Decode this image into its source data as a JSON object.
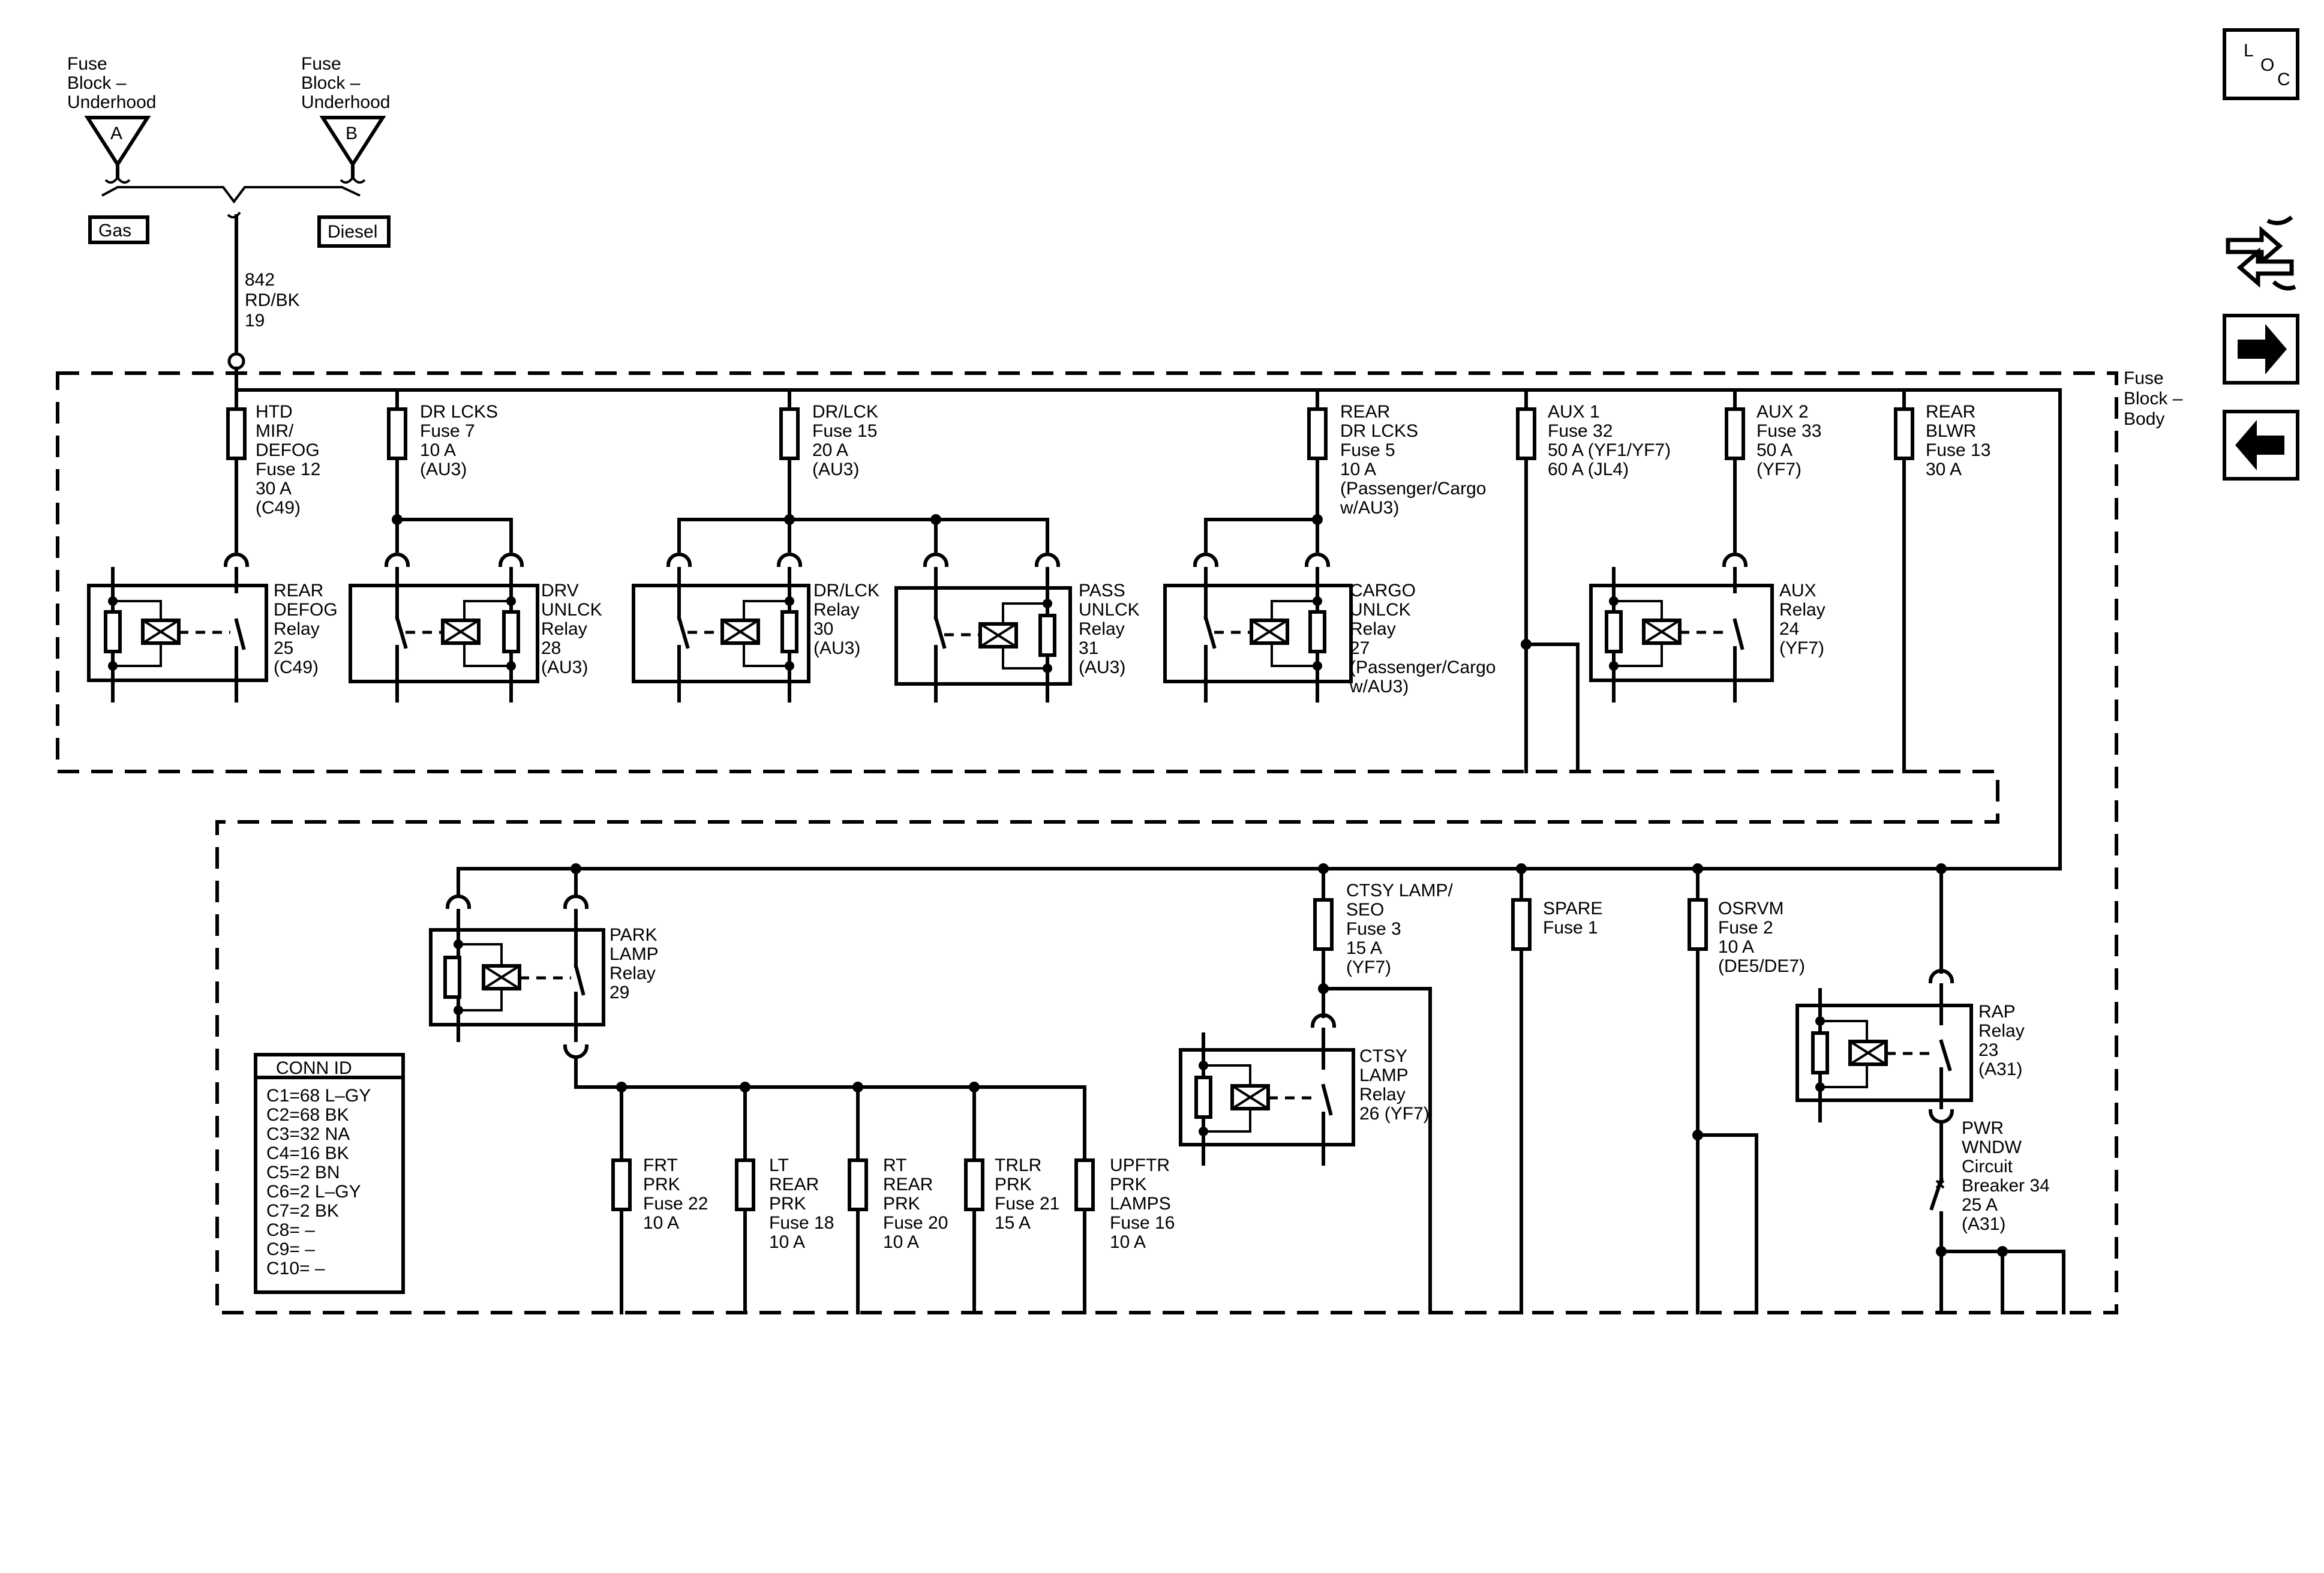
{
  "sources": [
    {
      "name": [
        "Fuse",
        "Block –",
        "Underhood"
      ],
      "letter": "A",
      "option": "Gas"
    },
    {
      "name": [
        "Fuse",
        "Block –",
        "Underhood"
      ],
      "letter": "B",
      "option": "Diesel"
    }
  ],
  "feed_wire": [
    "842",
    "RD/BK",
    "19"
  ],
  "fuse_block_label": [
    "Fuse",
    "Block –",
    "Body"
  ],
  "icons": {
    "loc": [
      "L",
      "O",
      "C"
    ]
  },
  "fuses_top": {
    "htd": [
      "HTD",
      "MIR/",
      "DEFOG",
      "Fuse 12",
      "30 A",
      "(C49)"
    ],
    "drlcks": [
      "DR LCKS",
      "Fuse 7",
      "10 A",
      "(AU3)"
    ],
    "drlck": [
      "DR/LCK",
      "Fuse 15",
      "20 A",
      "(AU3)"
    ],
    "reardr": [
      "REAR",
      "DR LCKS",
      "Fuse 5",
      "10 A",
      "(Passenger/Cargo",
      "w/AU3)"
    ],
    "aux1": [
      "AUX 1",
      "Fuse 32",
      "50 A (YF1/YF7)",
      "60 A (JL4)"
    ],
    "aux2": [
      "AUX 2",
      "Fuse 33",
      "50 A",
      "(YF7)"
    ],
    "blwr": [
      "REAR",
      "BLWR",
      "Fuse 13",
      "30 A"
    ]
  },
  "relays_top": {
    "defog": [
      "REAR",
      "DEFOG",
      "Relay",
      "25",
      "(C49)"
    ],
    "drv": [
      "DRV",
      "UNLCK",
      "Relay",
      "28",
      "(AU3)"
    ],
    "drlck": [
      "DR/LCK",
      "Relay",
      "30",
      "(AU3)"
    ],
    "pass": [
      "PASS",
      "UNLCK",
      "Relay",
      "31",
      "(AU3)"
    ],
    "cargo": [
      "CARGO",
      "UNLCK",
      "Relay",
      "27",
      "(Passenger/Cargo",
      "w/AU3)"
    ],
    "aux": [
      "AUX",
      "Relay",
      "24",
      "(YF7)"
    ]
  },
  "relays_bottom": {
    "park": [
      "PARK",
      "LAMP",
      "Relay",
      "29"
    ],
    "ctsy": [
      "CTSY",
      "LAMP",
      "Relay",
      "26 (YF7)"
    ],
    "rap": [
      "RAP",
      "Relay",
      "23",
      "(A31)"
    ]
  },
  "fuses_bottom": {
    "ctsy": [
      "CTSY LAMP/",
      "SEO",
      "Fuse 3",
      "15 A",
      "(YF7)"
    ],
    "spare": [
      "SPARE",
      "Fuse 1"
    ],
    "osrvm": [
      "OSRVM",
      "Fuse 2",
      "10 A",
      "(DE5/DE7)"
    ],
    "frt": [
      "FRT",
      "PRK",
      "Fuse 22",
      "10 A"
    ],
    "ltrear": [
      "LT",
      "REAR",
      "PRK",
      "Fuse 18",
      "10 A"
    ],
    "rtrear": [
      "RT",
      "REAR",
      "PRK",
      "Fuse 20",
      "10 A"
    ],
    "trlr": [
      "TRLR",
      "PRK",
      "Fuse 21",
      "15 A"
    ],
    "upftr": [
      "UPFTR",
      "PRK",
      "LAMPS",
      "Fuse 16",
      "10 A"
    ]
  },
  "breaker": [
    "PWR",
    "WNDW",
    "Circuit",
    "Breaker 34",
    "25 A",
    "(A31)"
  ],
  "conn_id": {
    "title": "CONN ID",
    "rows": [
      "C1=68 L–GY",
      "C2=68 BK",
      "C3=32 NA",
      "C4=16 BK",
      "C5=2 BN",
      "C6=2 L–GY",
      "C7=2 BK",
      "C8= –",
      "C9= –",
      "C10= –"
    ]
  }
}
